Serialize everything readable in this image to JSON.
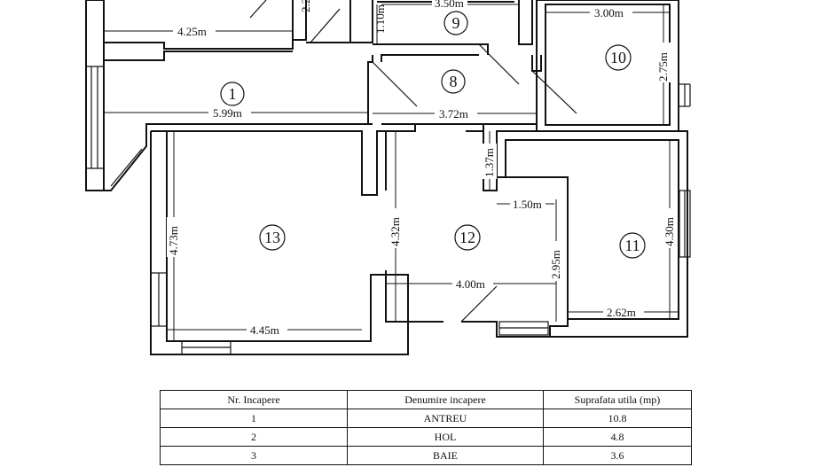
{
  "plan": {
    "rooms": [
      {
        "id": "1",
        "label": "1"
      },
      {
        "id": "8",
        "label": "8"
      },
      {
        "id": "9",
        "label": "9"
      },
      {
        "id": "10",
        "label": "10"
      },
      {
        "id": "11",
        "label": "11"
      },
      {
        "id": "12",
        "label": "12"
      },
      {
        "id": "13",
        "label": "13"
      }
    ],
    "dimensions": {
      "d_425": "4.25m",
      "d_599": "5.99m",
      "d_372": "3.72m",
      "d_350": "3.50m",
      "d_110": "1.10m",
      "d_2x": "2.2",
      "d_300": "3.00m",
      "d_275": "2.75m",
      "d_137": "1.37m",
      "d_150": "1.50m",
      "d_473": "4.73m",
      "d_432": "4.32m",
      "d_295": "2.95m",
      "d_430": "4.30m",
      "d_400": "4.00m",
      "d_445": "4.45m",
      "d_262": "2.62m"
    }
  },
  "legend": {
    "headers": [
      "Nr. Incapere",
      "Denumire incapere",
      "Suprafata utila (mp)"
    ],
    "rows": [
      {
        "nr": "1",
        "name": "ANTREU",
        "area": "10.8"
      },
      {
        "nr": "2",
        "name": "HOL",
        "area": "4.8"
      },
      {
        "nr": "3",
        "name": "BAIE",
        "area": "3.6"
      }
    ]
  }
}
